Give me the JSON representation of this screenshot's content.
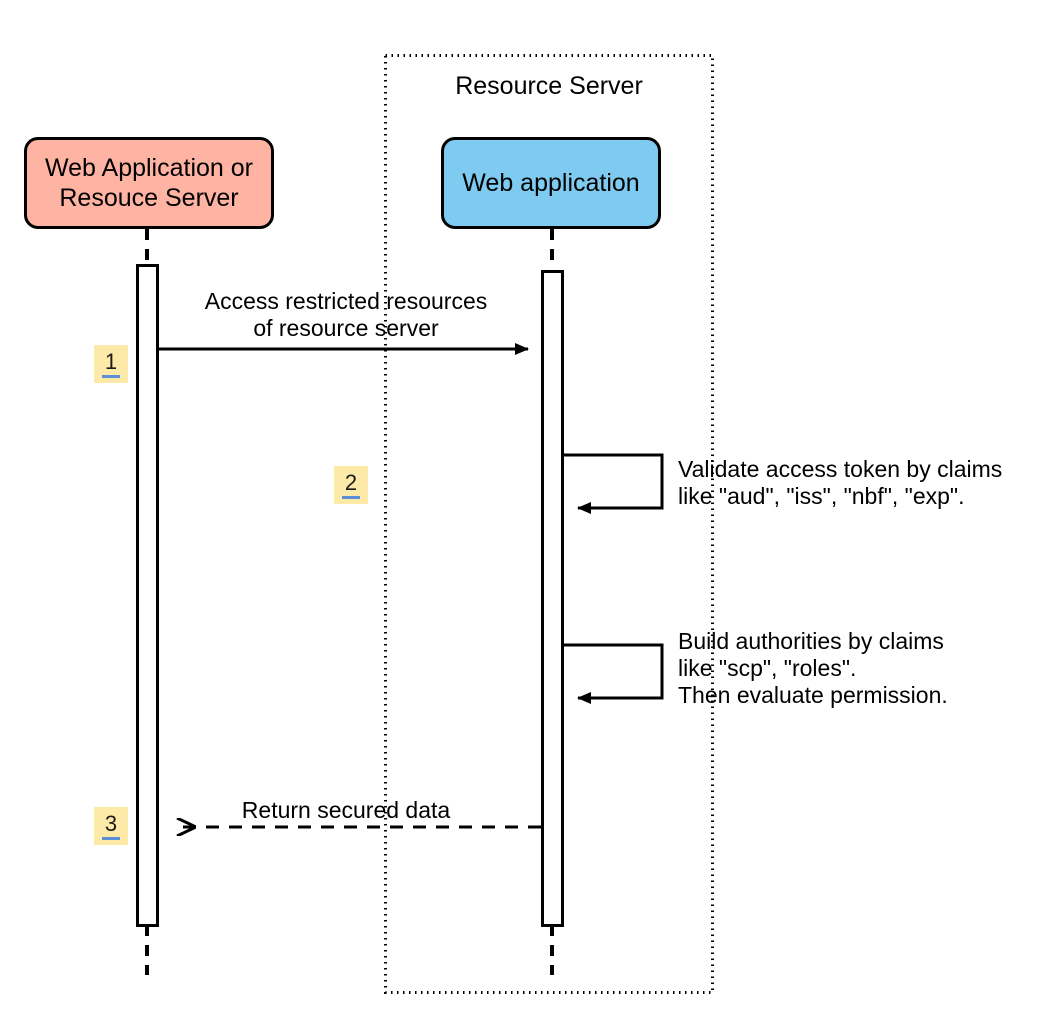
{
  "diagram": {
    "type": "uml-sequence-diagram",
    "title_frame": {
      "label": "Resource Server"
    },
    "participants": [
      {
        "id": "web-app-or-resource-server",
        "label": "Web Application or\nResouce Server",
        "color": "#ffb3a3"
      },
      {
        "id": "web-application",
        "label": "Web application",
        "color": "#7ecaf0"
      }
    ],
    "messages": [
      {
        "number": "1",
        "label": "Access restricted resources\nof resource server",
        "kind": "synchronous-call",
        "line": "solid",
        "arrowhead": "filled",
        "from": "web-app-or-resource-server",
        "to": "web-application"
      },
      {
        "number": "2",
        "label": "Validate access token by claims\nlike \"aud\", \"iss\", \"nbf\", \"exp\".",
        "kind": "self-call",
        "line": "solid",
        "arrowhead": "filled",
        "from": "web-application",
        "to": "web-application"
      },
      {
        "number": "",
        "label": "Build authorities by claims\nlike \"scp\", \"roles\".\nThen evaluate permission.",
        "kind": "self-call",
        "line": "solid",
        "arrowhead": "filled",
        "from": "web-application",
        "to": "web-application"
      },
      {
        "number": "3",
        "label": "Return secured data",
        "kind": "return",
        "line": "dashed",
        "arrowhead": "open",
        "from": "web-application",
        "to": "web-app-or-resource-server"
      }
    ],
    "colors": {
      "badge_background": "#fdeaa8",
      "badge_underline": "#5b8fd6",
      "stroke": "#000000",
      "canvas": "#ffffff"
    }
  }
}
